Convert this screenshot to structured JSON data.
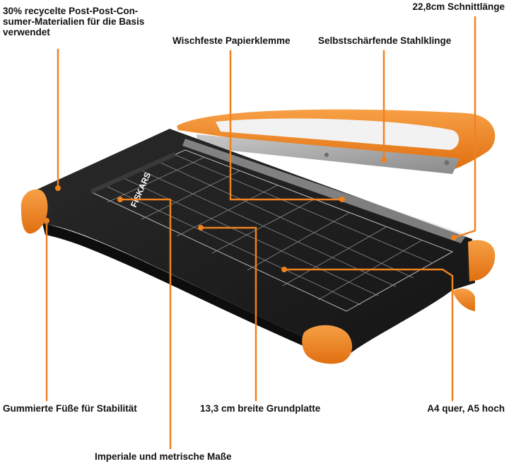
{
  "labels": {
    "recycled": [
      "30% recycelte Post-Post-Con-",
      "sumer-Materialien für die Basis",
      "verwendet"
    ],
    "cut_length": "22,8cm Schnittlänge",
    "paper_clamp": "Wischfeste Papierklemme",
    "blade": "Selbstschärfende Stahlklinge",
    "feet": "Gummierte Füße für Stabilität",
    "base_width": "13,3 cm breite Grundplatte",
    "paper_format": "A4 quer, A5 hoch",
    "measurements": "Imperiale und metrische Maße"
  },
  "brand": "FISKARS",
  "colors": {
    "accent": "#f0811f",
    "base": "#1e1e1e",
    "text": "#111111"
  }
}
